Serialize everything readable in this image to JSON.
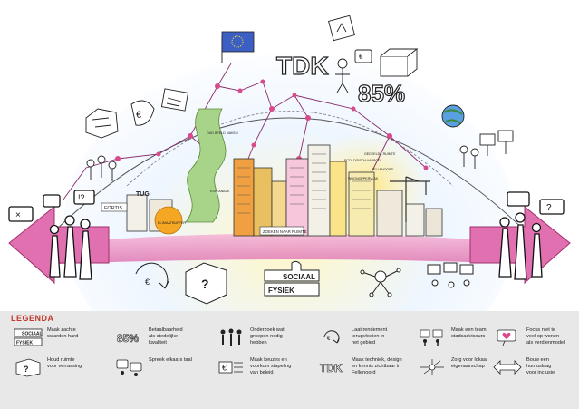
{
  "scene": {
    "hubs": [
      "TDK",
      "85%"
    ],
    "buildings": [
      "TUG",
      "FORTIS"
    ],
    "street_sign": "ZOEKEN NAAR RUIMTE",
    "puzzle_top": "SOCIAAL",
    "puzzle_bottom": "FYSIEK",
    "sticker_orange": "KLIMAATBUFFER",
    "small_labels": [
      "OUD BEELD MAKEN",
      "ECOLOGISCH AANBOD",
      "ESPLANADE",
      "WOONOPPERVLAK",
      "GEDEELDE RUIMTE",
      "FELLENOORD"
    ]
  },
  "legend": {
    "title": "LEGENDA",
    "icon_puzzle_top": "SOCIAAL",
    "icon_puzzle_bottom": "FYSIEK",
    "icon_percent": "85%",
    "icon_tdk": "TDK",
    "accent_color": "#d94a8c",
    "title_color": "#c0392b",
    "items": [
      {
        "text": "Maak zachte\nwaarden hard",
        "icon": "puzzle-icon"
      },
      {
        "text": "Houd ruimte\nvoor verrassing",
        "icon": "surprise-icon"
      },
      {
        "text": "Betaalbaarheid\nals stedelijke\nkwaliteit",
        "icon": "percent-icon"
      },
      {
        "text": "Spreek elkaars taal",
        "icon": "speech-icon"
      },
      {
        "text": "Onderzoek wat\ngroepen nodig\nhebben",
        "icon": "people-icon"
      },
      {
        "text": "Maak keuzes en\nvoorkom stapeling\nvan beleid",
        "icon": "euro-icon"
      },
      {
        "text": "Laat rendement\nterugvloeien in\nhet gebied",
        "icon": "cycle-icon"
      },
      {
        "text": "Maak techniek, design\nen kennis zichtbaar in\nFellenoord",
        "icon": "tdk-icon"
      },
      {
        "text": "Maak een team\nstadsadviseurs",
        "icon": "team-icon"
      },
      {
        "text": "Zorg voor lokaal\neigenaarschap",
        "icon": "network-icon"
      },
      {
        "text": "Focus niet te\nveel op wonen\nals verdienmodel",
        "icon": "heart-icon"
      },
      {
        "text": "Bouw een\nhumuslaag\nvoor inclusie",
        "icon": "arrow-icon"
      }
    ]
  }
}
